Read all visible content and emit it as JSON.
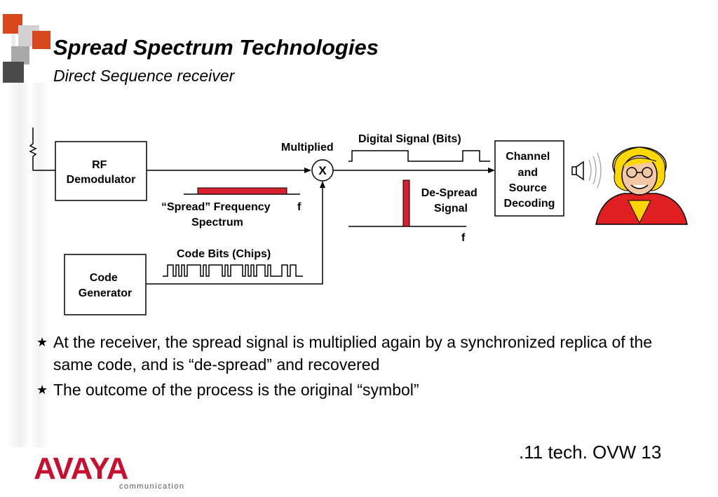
{
  "slide": {
    "title": "Spread Spectrum Technologies",
    "subtitle": "Direct Sequence receiver",
    "slide_number": ".11 tech. OVW 13"
  },
  "diagram": {
    "rf_demodulator": [
      "RF",
      "Demodulator"
    ],
    "code_generator": [
      "Code",
      "Generator"
    ],
    "channel_decoding": [
      "Channel",
      "and",
      "Source",
      "Decoding"
    ],
    "multiplier_symbol": "X",
    "multiplied_label": "Multiplied",
    "digital_signal_label": "Digital Signal (Bits)",
    "spread_spectrum_label": [
      "“Spread” Frequency",
      "Spectrum"
    ],
    "despread_label": [
      "De-Spread",
      "Signal"
    ],
    "code_bits_label": "Code Bits (Chips)",
    "freq_axis_label": "f"
  },
  "bullets": [
    "At the receiver, the spread signal is multiplied again by a synchronized replica of the same code, and is “de-spread” and recovered",
    "The outcome of the process is the original “symbol”"
  ],
  "logo": {
    "brand": "AVAYA",
    "tagline": "communication"
  },
  "colors": {
    "accent_red": "#d9202f",
    "logo_red": "#c8102e",
    "deco_orange": "#d9471c",
    "deco_gray": "#9a9a9a",
    "deco_dark": "#4a4a4a"
  }
}
